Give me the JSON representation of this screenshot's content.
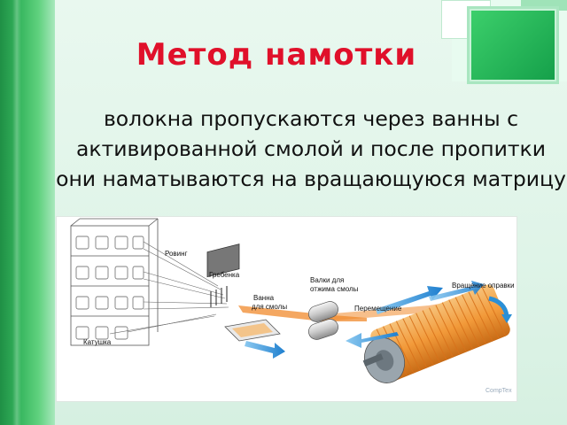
{
  "slide": {
    "title": "Метод намотки",
    "body": "волокна пропускаются через ванны с активированной смолой и после пропитки они наматываются на вращающуюся матрицу"
  },
  "figure": {
    "labels": {
      "roving": "Ровинг",
      "comb": "Гребенка",
      "bath_line1": "Ванна",
      "bath_line2": "для смолы",
      "spool": "Катушка",
      "rollers_line1": "Валки для",
      "rollers_line2": "отжима смолы",
      "movement": "Перемещение",
      "rotation": "Вращение оправки",
      "logo": "CompTex"
    },
    "colors": {
      "title_red": "#e0102a",
      "fiber_orange": "#f08a2c",
      "arrow_blue": "#2a8fd6"
    }
  }
}
